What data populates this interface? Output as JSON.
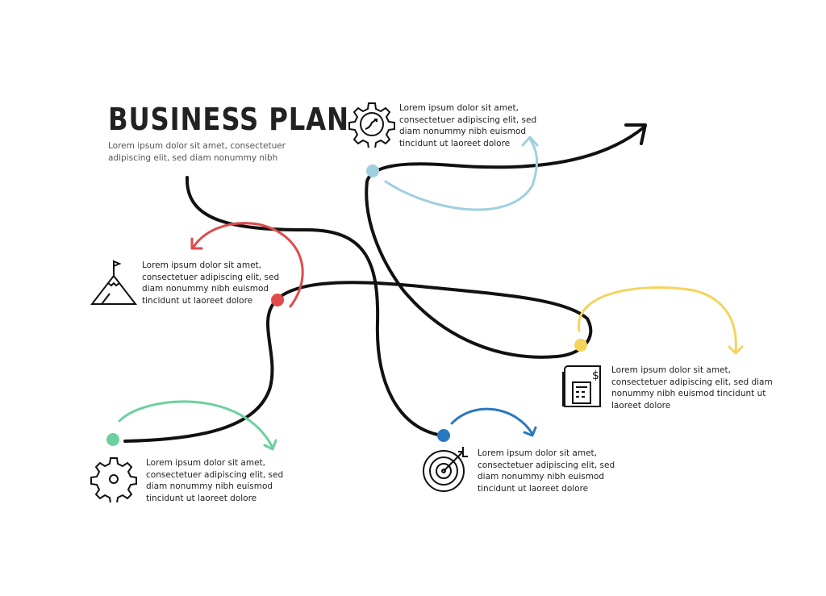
{
  "title": "BUSINESS PLAN",
  "subtitle": "Lorem ipsum dolor sit amet, consectetuer adipiscing elit, sed diam nonummy nibh",
  "colors": {
    "line": "#111111",
    "light_blue": "#9fd0e0",
    "red": "#e04a4a",
    "yellow": "#f5d35c",
    "green": "#6ccf9e",
    "blue": "#2a78c0"
  },
  "steps": [
    {
      "icon": "gear-strategy-icon",
      "text": "Lorem ipsum dolor sit amet, consectetuer adipiscing elit, sed diam nonummy nibh euismod tincidunt ut laoreet dolore"
    },
    {
      "icon": "mountain-flag-icon",
      "text": "Lorem ipsum dolor sit amet, consectetuer adipiscing elit, sed diam nonummy nibh euismod tincidunt ut laoreet dolore"
    },
    {
      "icon": "calculator-document-icon",
      "text": "Lorem ipsum dolor sit amet, consectetuer adipiscing elit, sed diam nonummy nibh euismod tincidunt ut laoreet dolore"
    },
    {
      "icon": "gear-icon",
      "text": "Lorem ipsum dolor sit amet, consectetuer adipiscing elit, sed diam nonummy nibh euismod tincidunt ut laoreet dolore"
    },
    {
      "icon": "target-icon",
      "text": "Lorem ipsum dolor sit amet, consectetuer adipiscing elit, sed diam nonummy nibh euismod tincidunt ut laoreet dolore"
    }
  ]
}
